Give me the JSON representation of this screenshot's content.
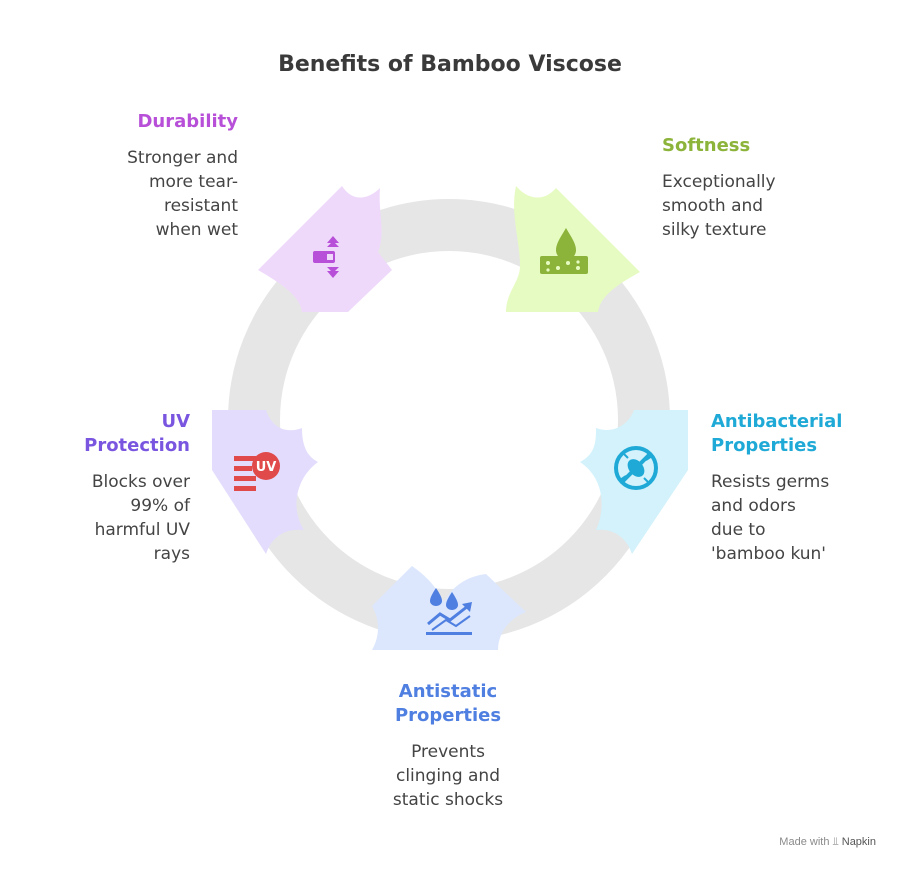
{
  "title": "Benefits of Bamboo Viscose",
  "colors": {
    "ring": "#e6e6e6",
    "durability": "#b74fd8",
    "softness": "#8cb33a",
    "antibacterial": "#1fa9d6",
    "antistatic": "#4f7fe0",
    "uv": "#7a56e0",
    "uv_icon": "#e04a4a"
  },
  "items": [
    {
      "heading": "Durability",
      "description": [
        "Stronger and",
        "more tear-",
        "resistant",
        "when wet"
      ],
      "icon": "durability-arrows-icon"
    },
    {
      "heading": "Softness",
      "description": [
        "Exceptionally",
        "smooth and",
        "silky texture"
      ],
      "icon": "skin-droplet-icon"
    },
    {
      "heading": "Antibacterial Properties",
      "heading_lines": [
        "Antibacterial",
        "Properties"
      ],
      "description": [
        "Resists germs",
        "and odors",
        "due to",
        "'bamboo kun'"
      ],
      "icon": "no-bacteria-icon"
    },
    {
      "heading": "Antistatic Properties",
      "heading_lines": [
        "Antistatic",
        "Properties"
      ],
      "description": [
        "Prevents",
        "clinging and",
        "static shocks"
      ],
      "icon": "water-drops-trend-icon"
    },
    {
      "heading": "UV Protection",
      "heading_lines": [
        "UV",
        "Protection"
      ],
      "description": [
        "Blocks over",
        "99% of",
        "harmful UV",
        "rays"
      ],
      "icon": "uv-shield-icon"
    }
  ],
  "footer": {
    "made_with": "Made with",
    "brand": "Napkin"
  }
}
